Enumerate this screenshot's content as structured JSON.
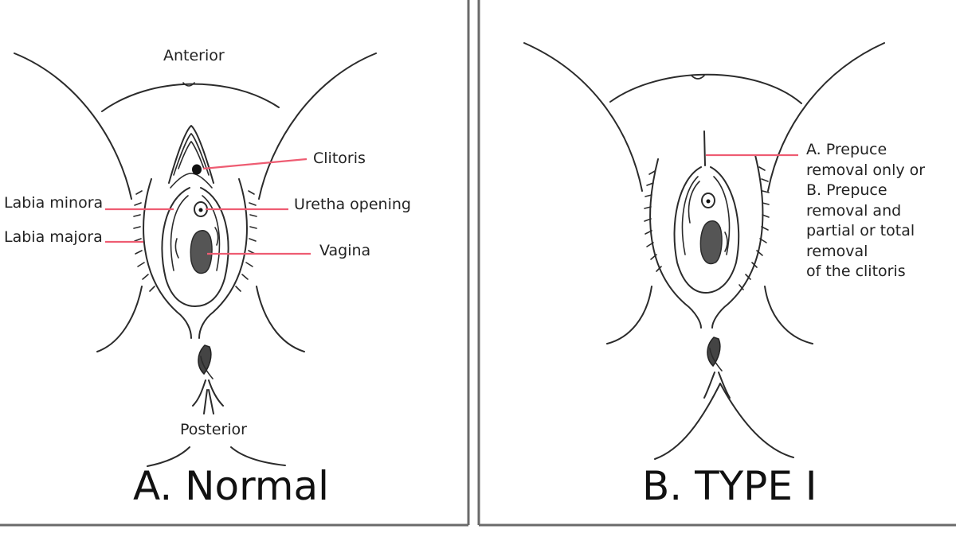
{
  "panel_a": {
    "caption": "A. Normal",
    "labels": {
      "anterior": "Anterior",
      "posterior": "Posterior",
      "clitoris": "Clitoris",
      "urethra": "Uretha opening",
      "labia_minora": "Labia minora",
      "labia_majora": "Labia majora",
      "vagina": "Vagina"
    }
  },
  "panel_b": {
    "caption": "B. TYPE I",
    "note": [
      "A. Prepuce",
      "removal only or",
      "B. Prepuce",
      "removal and",
      "partial or total",
      "removal",
      "of the clitoris"
    ]
  },
  "colors": {
    "leader_line": "#ee5c72",
    "outline": "#2b2b2b",
    "frame": "#6a6a6a",
    "fill_dark": "#555555"
  }
}
